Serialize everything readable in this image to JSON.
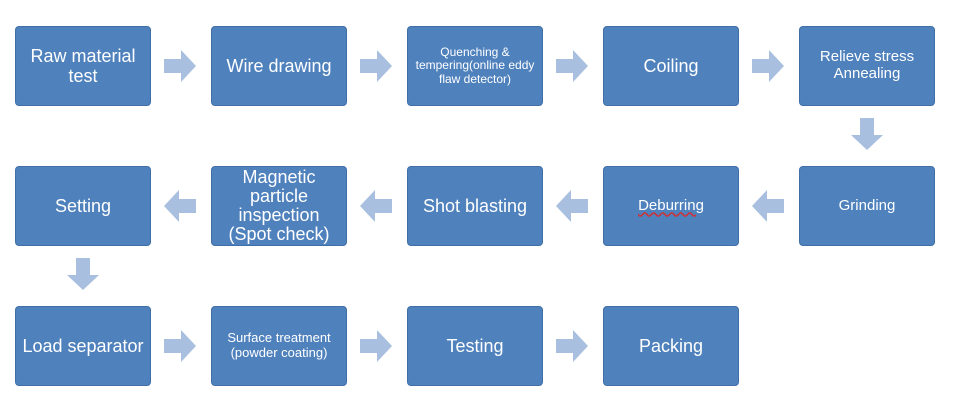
{
  "colors": {
    "node_fill": "#4f81bd",
    "node_text": "#ffffff",
    "arrow_fill": "#a9bfe0"
  },
  "steps": {
    "raw_material_test": "Raw material test",
    "wire_drawing": "Wire drawing",
    "quenching_tempering": "Quenching & tempering(online eddy flaw  detector)",
    "coiling": "Coiling",
    "relieve_stress_annealing": "Relieve stress Annealing",
    "grinding": "Grinding",
    "deburring": "Deburring",
    "shot_blasting": "Shot blasting",
    "magnetic_particle_inspection": "Magnetic particle inspection (Spot check)",
    "setting": "Setting",
    "load_separator": "Load separator",
    "surface_treatment": "Surface treatment (powder coating)",
    "testing": "Testing",
    "packing": "Packing"
  }
}
